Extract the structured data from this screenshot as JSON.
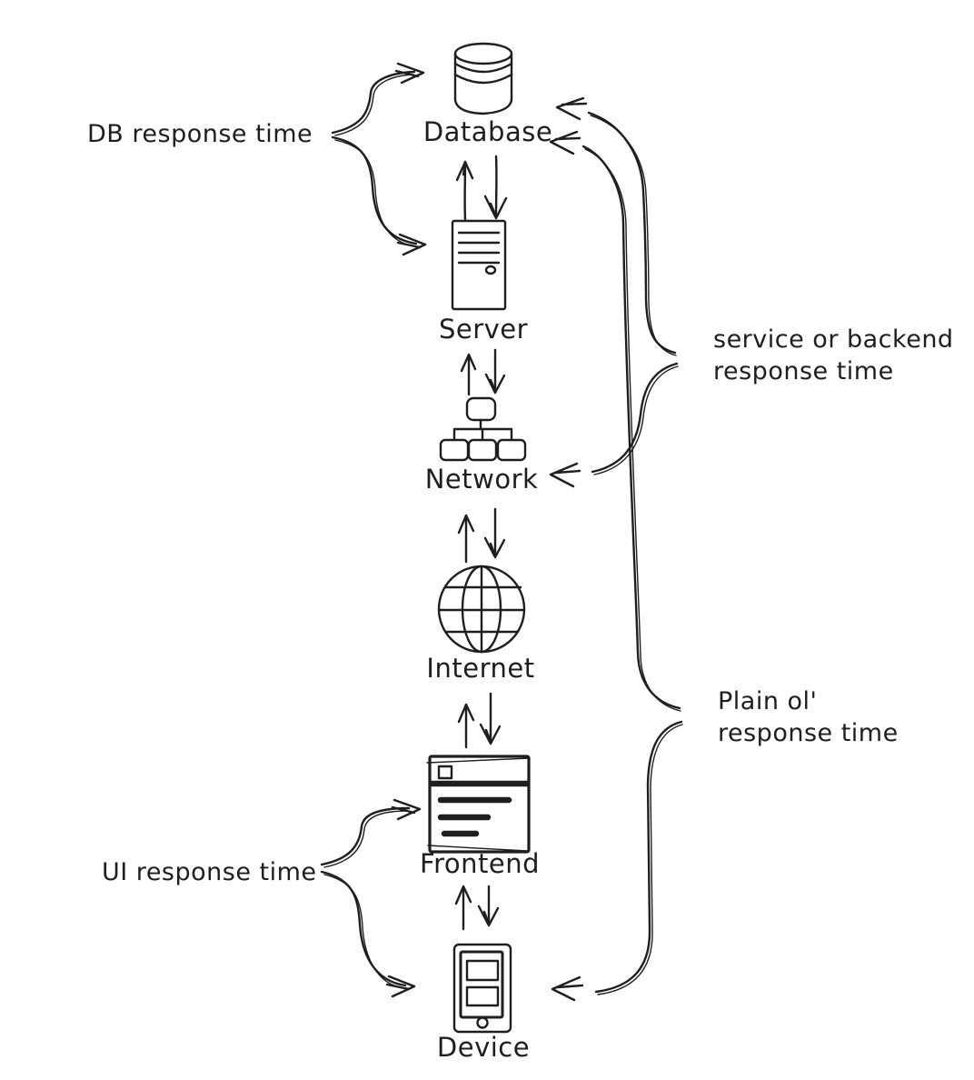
{
  "diagram": {
    "background_color": "#ffffff",
    "ink_color": "#1e1e1e",
    "style": "hand-drawn sketch",
    "nodes": [
      {
        "label": "Database",
        "icon": "database-cylinder-icon"
      },
      {
        "label": "Server",
        "icon": "server-tower-icon"
      },
      {
        "label": "Network",
        "icon": "network-tree-icon"
      },
      {
        "label": "Internet",
        "icon": "globe-icon"
      },
      {
        "label": "Frontend",
        "icon": "browser-window-icon"
      },
      {
        "label": "Device",
        "icon": "mobile-phone-icon"
      }
    ],
    "connections": [
      {
        "from": "Database",
        "to": "Server",
        "type": "bidirectional-arrows"
      },
      {
        "from": "Server",
        "to": "Network",
        "type": "bidirectional-arrows"
      },
      {
        "from": "Network",
        "to": "Internet",
        "type": "bidirectional-arrows"
      },
      {
        "from": "Internet",
        "to": "Frontend",
        "type": "bidirectional-arrows"
      },
      {
        "from": "Frontend",
        "to": "Device",
        "type": "bidirectional-arrows"
      }
    ],
    "annotations": {
      "db_response_time": {
        "text": "DB response time",
        "side": "left",
        "points_to": [
          "Database",
          "Server"
        ]
      },
      "service_backend": {
        "line1": "service or backend",
        "line2": "response time",
        "side": "right",
        "points_to": [
          "Database",
          "Network"
        ]
      },
      "plain_ol": {
        "line1": "Plain ol'",
        "line2": "response time",
        "side": "right",
        "points_to": [
          "Database",
          "Device"
        ]
      },
      "ui_response_time": {
        "text": "UI response time",
        "side": "left",
        "points_to": [
          "Frontend",
          "Device"
        ]
      }
    }
  }
}
